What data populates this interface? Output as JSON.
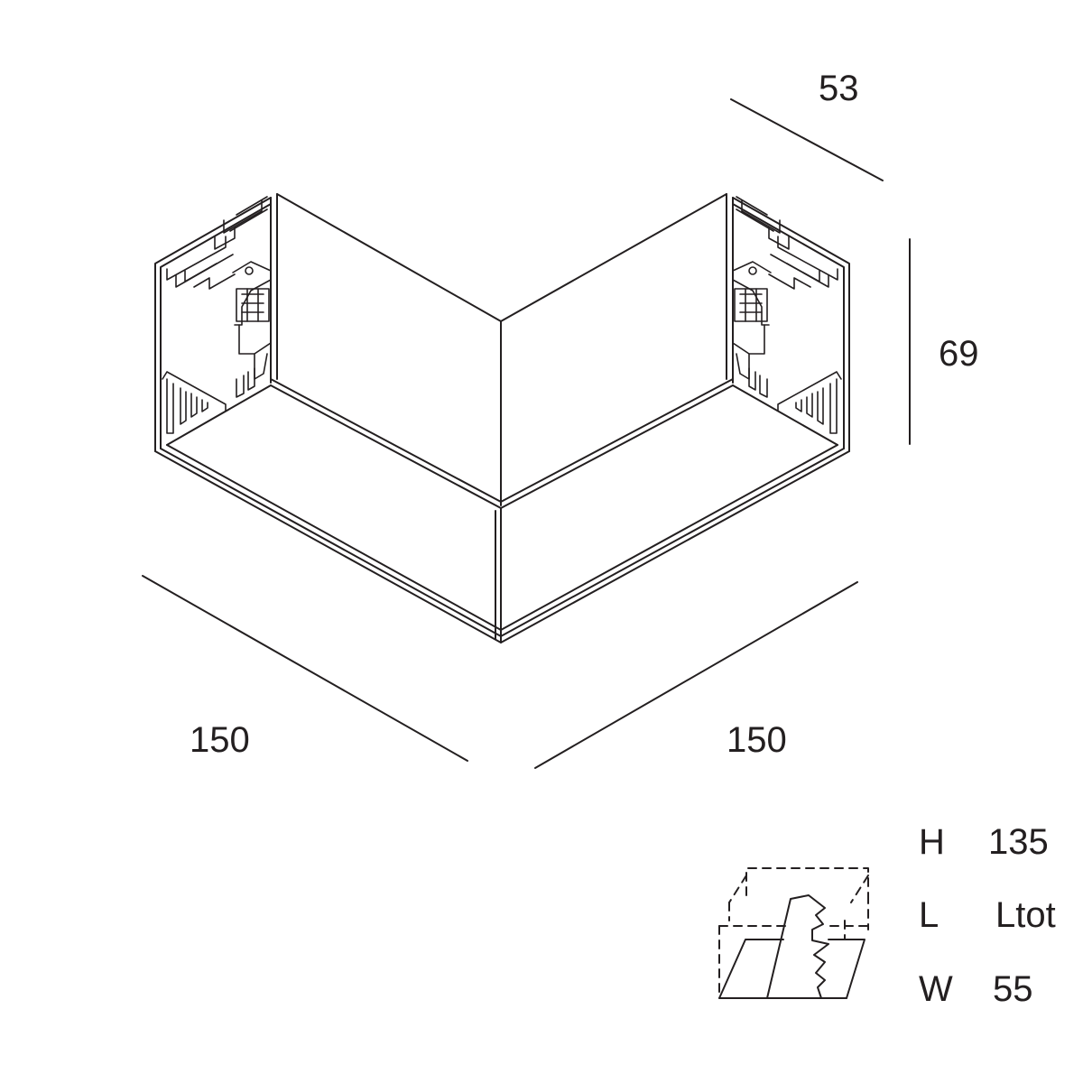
{
  "dimensions": {
    "depth": "53",
    "height": "69",
    "length_left": "150",
    "length_right": "150"
  },
  "specs": [
    {
      "key": "H",
      "value": "135"
    },
    {
      "key": "L",
      "value": "Ltot"
    },
    {
      "key": "W",
      "value": "55"
    }
  ],
  "colors": {
    "line": "#231f20",
    "background": "#ffffff"
  }
}
